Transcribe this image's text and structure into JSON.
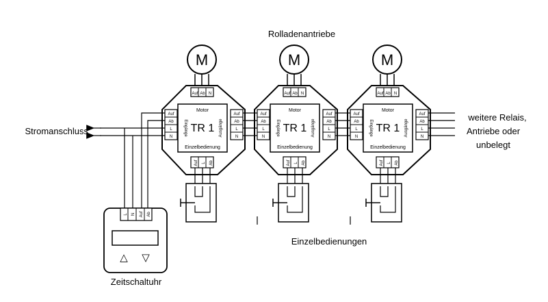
{
  "labels": {
    "motors_caption": "Rolladenantriebe",
    "power_caption": "Stromanschluss",
    "right_caption_1": "weitere Relais,",
    "right_caption_2": "Antriebe oder",
    "right_caption_3": "unbelegt",
    "local_caption": "Einzelbedienungen",
    "timer_caption": "Zeitschaltuhr"
  },
  "relay": {
    "name": "TR 1",
    "motor_label": "Motor",
    "input_label": "Eingänge",
    "output_label": "Ausgänge",
    "local_label": "Einzelbedienung",
    "motor_terminal": "M"
  },
  "terminals": {
    "top": [
      "Auf",
      "Ab",
      "N"
    ],
    "side": [
      "Auf",
      "Ab",
      "L",
      "N"
    ],
    "bottom": [
      "Auf",
      "L",
      "Ab"
    ],
    "timer": [
      "L",
      "N",
      "Auf",
      "Ab"
    ]
  },
  "timer_buttons": {
    "up": "△",
    "down": "▽"
  }
}
